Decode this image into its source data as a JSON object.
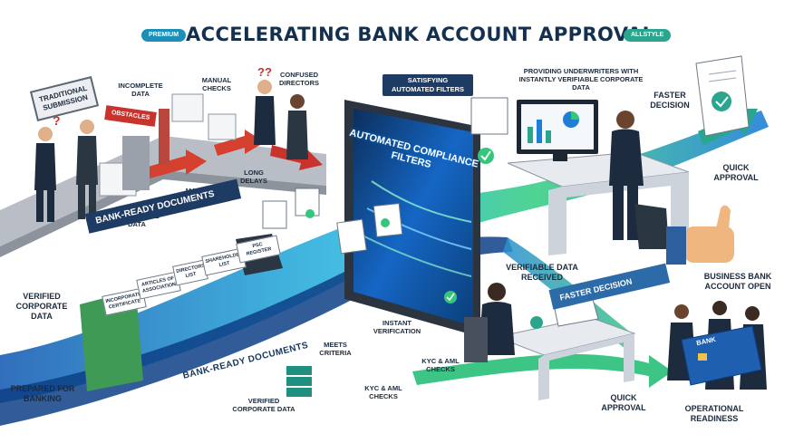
{
  "header": {
    "title": "ACCELERATING BANK ACCOUNT APPROVAL",
    "badge_left": "PREMIUM",
    "badge_right": "ALLSTYLE"
  },
  "left_process": {
    "sign": "TRADITIONAL SUBMISSION",
    "obstacles": "OBSTACLES",
    "incomplete_data_top": "INCOMPLETE DATA",
    "manual_checks_top": "MANUAL CHECKS",
    "confused_directors": "CONFUSED DIRECTORS",
    "long_delays": "LONG DELAYS",
    "manual_checks_bottom": "MANUAL CHECKS",
    "incomplete_data_bottom": "INCOMPLETE DATA"
  },
  "documents": {
    "banner": "BANK-READY DOCUMENTS",
    "bottom_banner": "BANK-READY DOCUMENTS",
    "verified_corporate_data_left": "VERIFIED CORPORATE DATA",
    "prepared_for_banking": "PREPARED FOR BANKING",
    "verified_corporate_data_bottom": "VERIFIED CORPORATE DATA",
    "tabs": [
      "INCORPORATION CERTIFICATE",
      "ARTICLES OF ASSOCIATION",
      "DIRECTORS LIST",
      "SHAREHOLDERS LIST",
      "PSC REGISTER"
    ]
  },
  "filters": {
    "label": "SATISFYING AUTOMATED FILTERS",
    "tablet_text": "AUTOMATED COMPLIANCE FILTERS",
    "meets_criteria": "MEETS CRITERIA",
    "instant_verification": "INSTANT VERIFICATION",
    "kyc_aml_right": "KYC & AML CHECKS",
    "kyc_aml_bottom": "KYC & AML CHECKS"
  },
  "underwriting": {
    "providing": "PROVIDING UNDERWRITERS WITH INSTANTLY VERIFIABLE CORPORATE DATA",
    "faster_decision_top": "FASTER DECISION",
    "quick_approval_top": "QUICK APPROVAL",
    "verifiable_data_received": "VERIFIABLE DATA RECEIVED",
    "faster_decision_banner": "FASTER DECISION",
    "quick_approval_bottom": "QUICK APPROVAL",
    "business_account_open": "BUSINESS BANK ACCOUNT OPEN",
    "operational_readiness": "OPERATIONAL READINESS",
    "card_label": "BANK"
  },
  "colors": {
    "navy": "#14304f",
    "teal": "#2aa68f",
    "flow_blue": "#1f7fd6",
    "flow_green": "#32c77a",
    "red": "#c8332d"
  },
  "icons": [
    "question-mark-icon",
    "checkmark-icon",
    "shield-check-icon",
    "thumbs-up-icon",
    "bank-card-icon",
    "stamp-icon",
    "chart-icon",
    "award-document-icon"
  ]
}
